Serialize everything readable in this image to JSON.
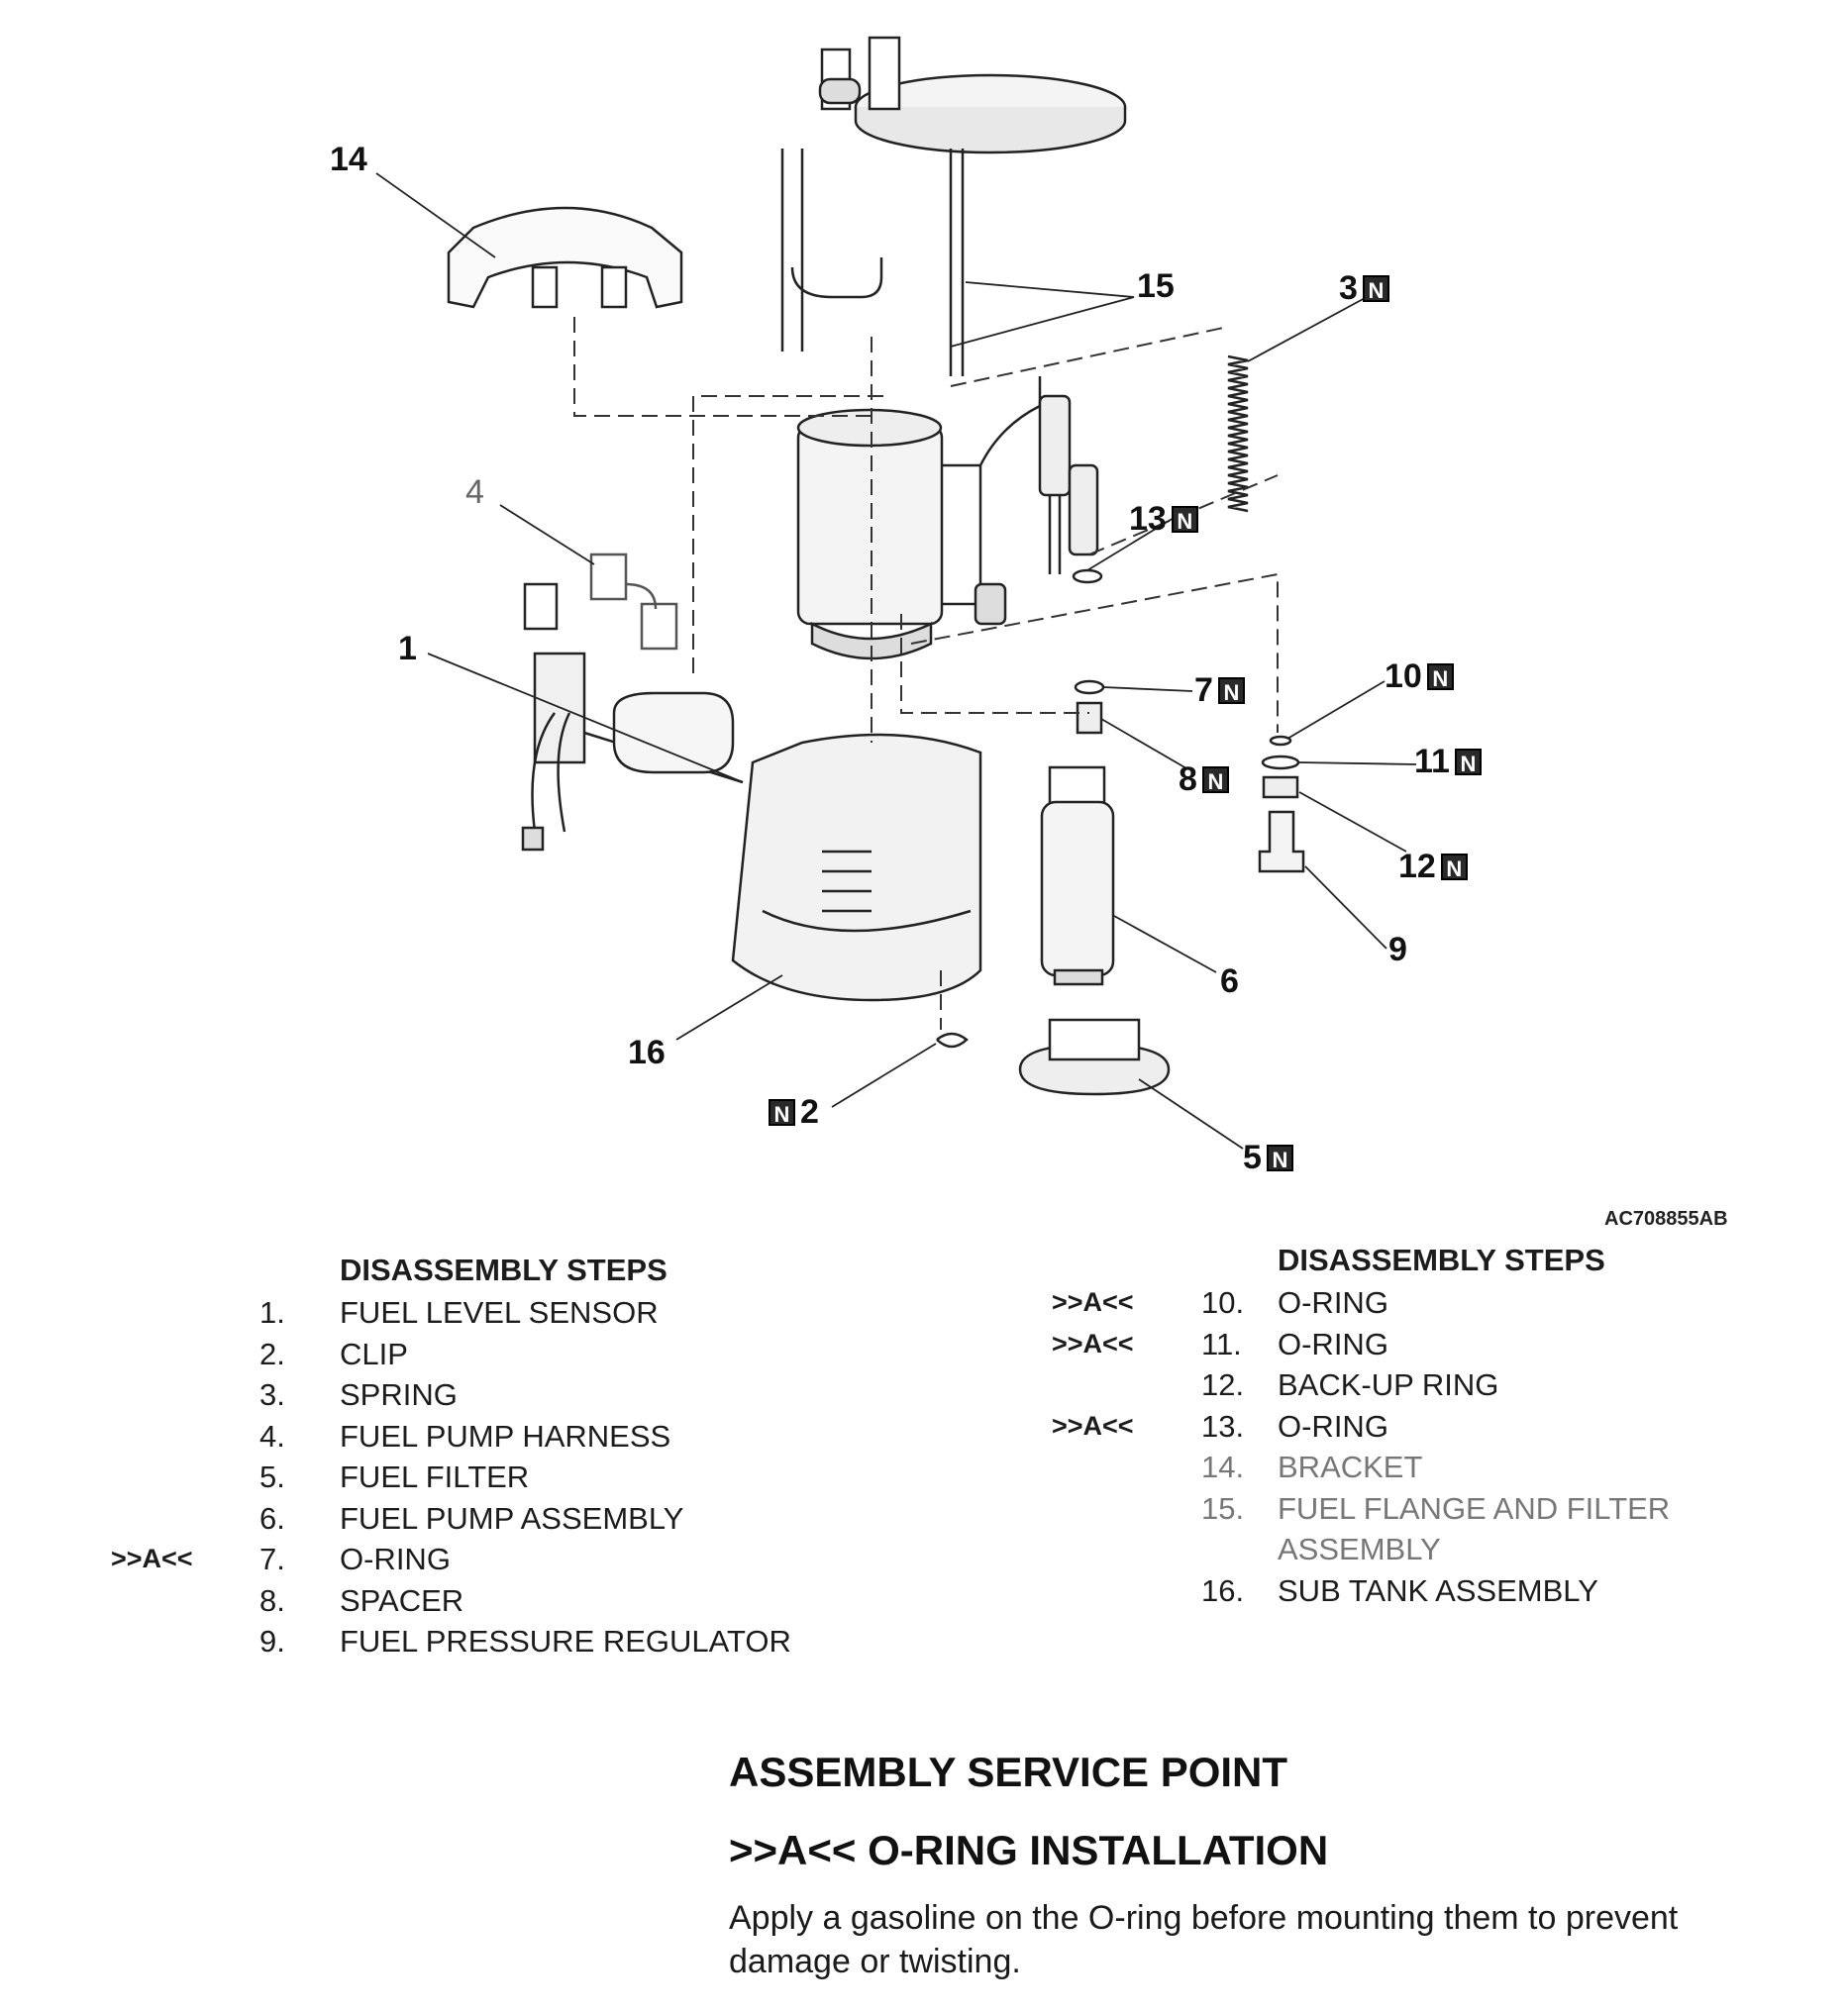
{
  "diagram": {
    "callouts": [
      {
        "id": "c14",
        "label": "14",
        "new": false,
        "faded": false
      },
      {
        "id": "c15",
        "label": "15",
        "new": false,
        "faded": false
      },
      {
        "id": "c3",
        "label": "3",
        "new": true,
        "faded": false
      },
      {
        "id": "c4",
        "label": "4",
        "new": false,
        "faded": true
      },
      {
        "id": "c13",
        "label": "13",
        "new": true,
        "faded": false
      },
      {
        "id": "c1",
        "label": "1",
        "new": false,
        "faded": false
      },
      {
        "id": "c7",
        "label": "7",
        "new": true,
        "faded": false
      },
      {
        "id": "c10",
        "label": "10",
        "new": true,
        "faded": false
      },
      {
        "id": "c8",
        "label": "8",
        "new": true,
        "faded": false
      },
      {
        "id": "c11",
        "label": "11",
        "new": true,
        "faded": false
      },
      {
        "id": "c12",
        "label": "12",
        "new": true,
        "faded": false
      },
      {
        "id": "c9",
        "label": "9",
        "new": false,
        "faded": false
      },
      {
        "id": "c6",
        "label": "6",
        "new": false,
        "faded": false
      },
      {
        "id": "c16",
        "label": "16",
        "new": false,
        "faded": false
      },
      {
        "id": "c2",
        "label": "2",
        "new": true,
        "faded": false
      },
      {
        "id": "c5",
        "label": "5",
        "new": true,
        "faded": false
      }
    ],
    "new_symbol": "N",
    "figure_code": "AC708855AB"
  },
  "disassembly_left": {
    "heading": "DISASSEMBLY STEPS",
    "rows": [
      {
        "mark": "",
        "num": "1.",
        "label": "FUEL LEVEL SENSOR"
      },
      {
        "mark": "",
        "num": "2.",
        "label": "CLIP"
      },
      {
        "mark": "",
        "num": "3.",
        "label": "SPRING"
      },
      {
        "mark": "",
        "num": "4.",
        "label": "FUEL PUMP HARNESS"
      },
      {
        "mark": "",
        "num": "5.",
        "label": "FUEL FILTER"
      },
      {
        "mark": "",
        "num": "6.",
        "label": "FUEL PUMP ASSEMBLY"
      },
      {
        "mark": ">>A<<",
        "num": "7.",
        "label": "O-RING"
      },
      {
        "mark": "",
        "num": "8.",
        "label": "SPACER"
      },
      {
        "mark": "",
        "num": "9.",
        "label": "FUEL PRESSURE REGULATOR"
      }
    ]
  },
  "disassembly_right": {
    "heading": "DISASSEMBLY STEPS",
    "rows": [
      {
        "mark": ">>A<<",
        "num": "10.",
        "label": "O-RING",
        "faint": false
      },
      {
        "mark": ">>A<<",
        "num": "11.",
        "label": "O-RING",
        "faint": false
      },
      {
        "mark": "",
        "num": "12.",
        "label": "BACK-UP RING",
        "faint": false
      },
      {
        "mark": ">>A<<",
        "num": "13.",
        "label": "O-RING",
        "faint": false
      },
      {
        "mark": "",
        "num": "14.",
        "label": "BRACKET",
        "faint": true
      },
      {
        "mark": "",
        "num": "15.",
        "label": "FUEL FLANGE AND FILTER",
        "faint": true
      },
      {
        "mark": "",
        "num": "",
        "label": "ASSEMBLY",
        "faint": true
      },
      {
        "mark": "",
        "num": "16.",
        "label": "SUB TANK ASSEMBLY",
        "faint": false
      }
    ]
  },
  "service": {
    "title": "ASSEMBLY SERVICE POINT",
    "subtitle": ">>A<< O-RING INSTALLATION",
    "body": "Apply a gasoline on the O-ring before mounting them to prevent damage or twisting."
  }
}
